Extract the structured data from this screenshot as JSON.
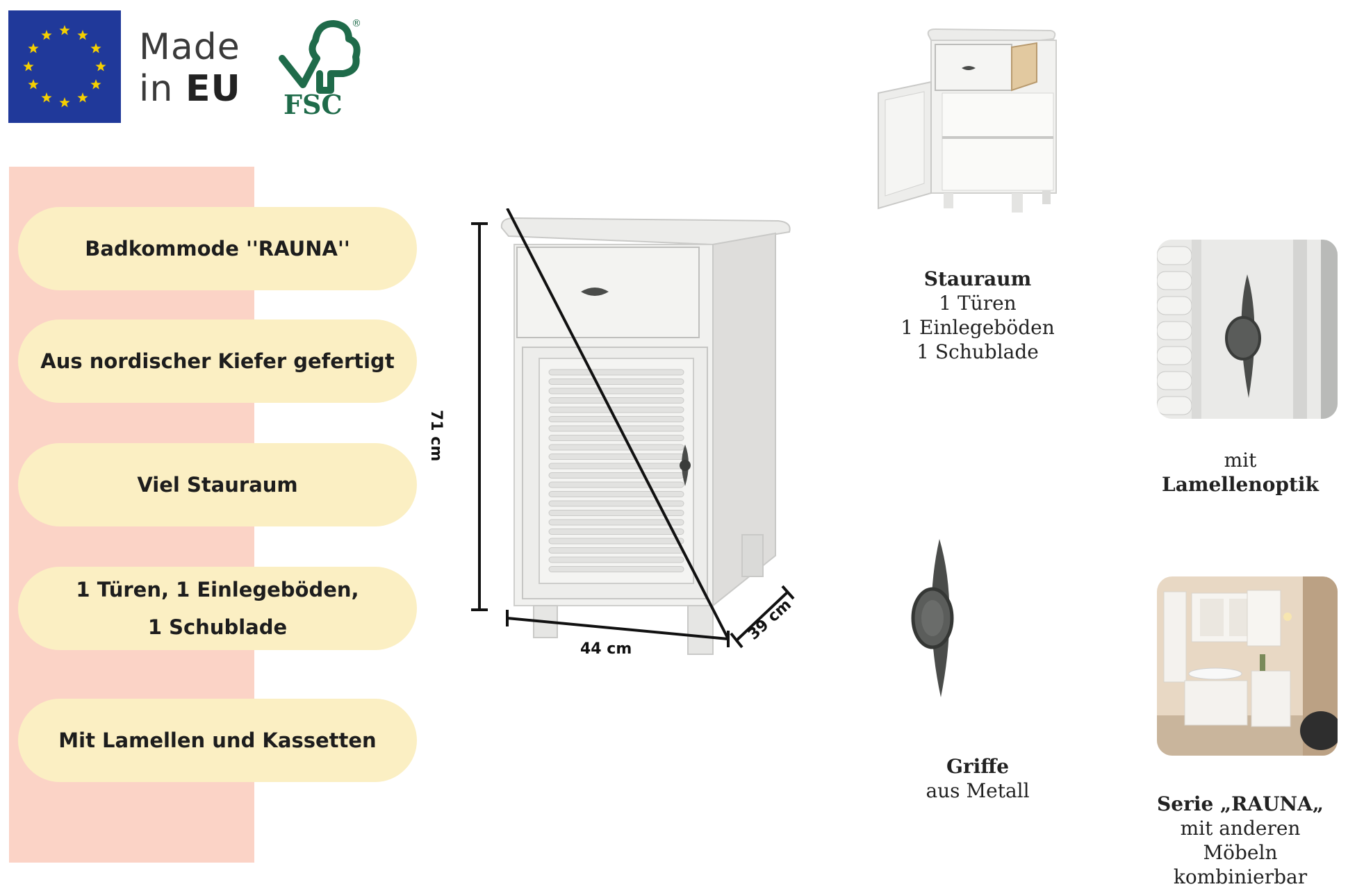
{
  "badges": {
    "made_line1": "Made",
    "made_line2_prefix": "in",
    "made_line2_bold": "EU",
    "fsc_label": "FSC",
    "fsc_registered": "®"
  },
  "features": [
    {
      "lines": [
        "Badkommode ''RAUNA''"
      ]
    },
    {
      "lines": [
        "Aus nordischer Kiefer gefertigt"
      ]
    },
    {
      "lines": [
        "Viel Stauraum"
      ]
    },
    {
      "lines": [
        "1 Türen, 1 Einlegeböden,",
        "1 Schublade"
      ]
    },
    {
      "lines": [
        "Mit Lamellen und Kassetten"
      ]
    }
  ],
  "dimensions": {
    "height": "71 cm",
    "width": "44 cm",
    "depth": "39 cm"
  },
  "captions": {
    "storage": {
      "title": "Stauraum",
      "lines": [
        "1 Türen",
        "1 Einlegeböden",
        "1 Schublade"
      ]
    },
    "lamella": {
      "pre": "mit",
      "title": "Lamellenoptik"
    },
    "handles": {
      "title": "Griffe",
      "line": "aus Metall"
    },
    "series": {
      "title": "Serie „RAUNA„",
      "lines": [
        "mit anderen",
        "Möbeln",
        "kombinierbar"
      ]
    }
  },
  "colors": {
    "eu_blue": "#20399a",
    "eu_star": "#f5d000",
    "fsc_green": "#1f6b4a",
    "panel_bg": "#fbd3c6",
    "pill_bg": "#fbefc3",
    "cabinet_white": "#eeeeec",
    "handle_metal": "#4a4c4a"
  }
}
